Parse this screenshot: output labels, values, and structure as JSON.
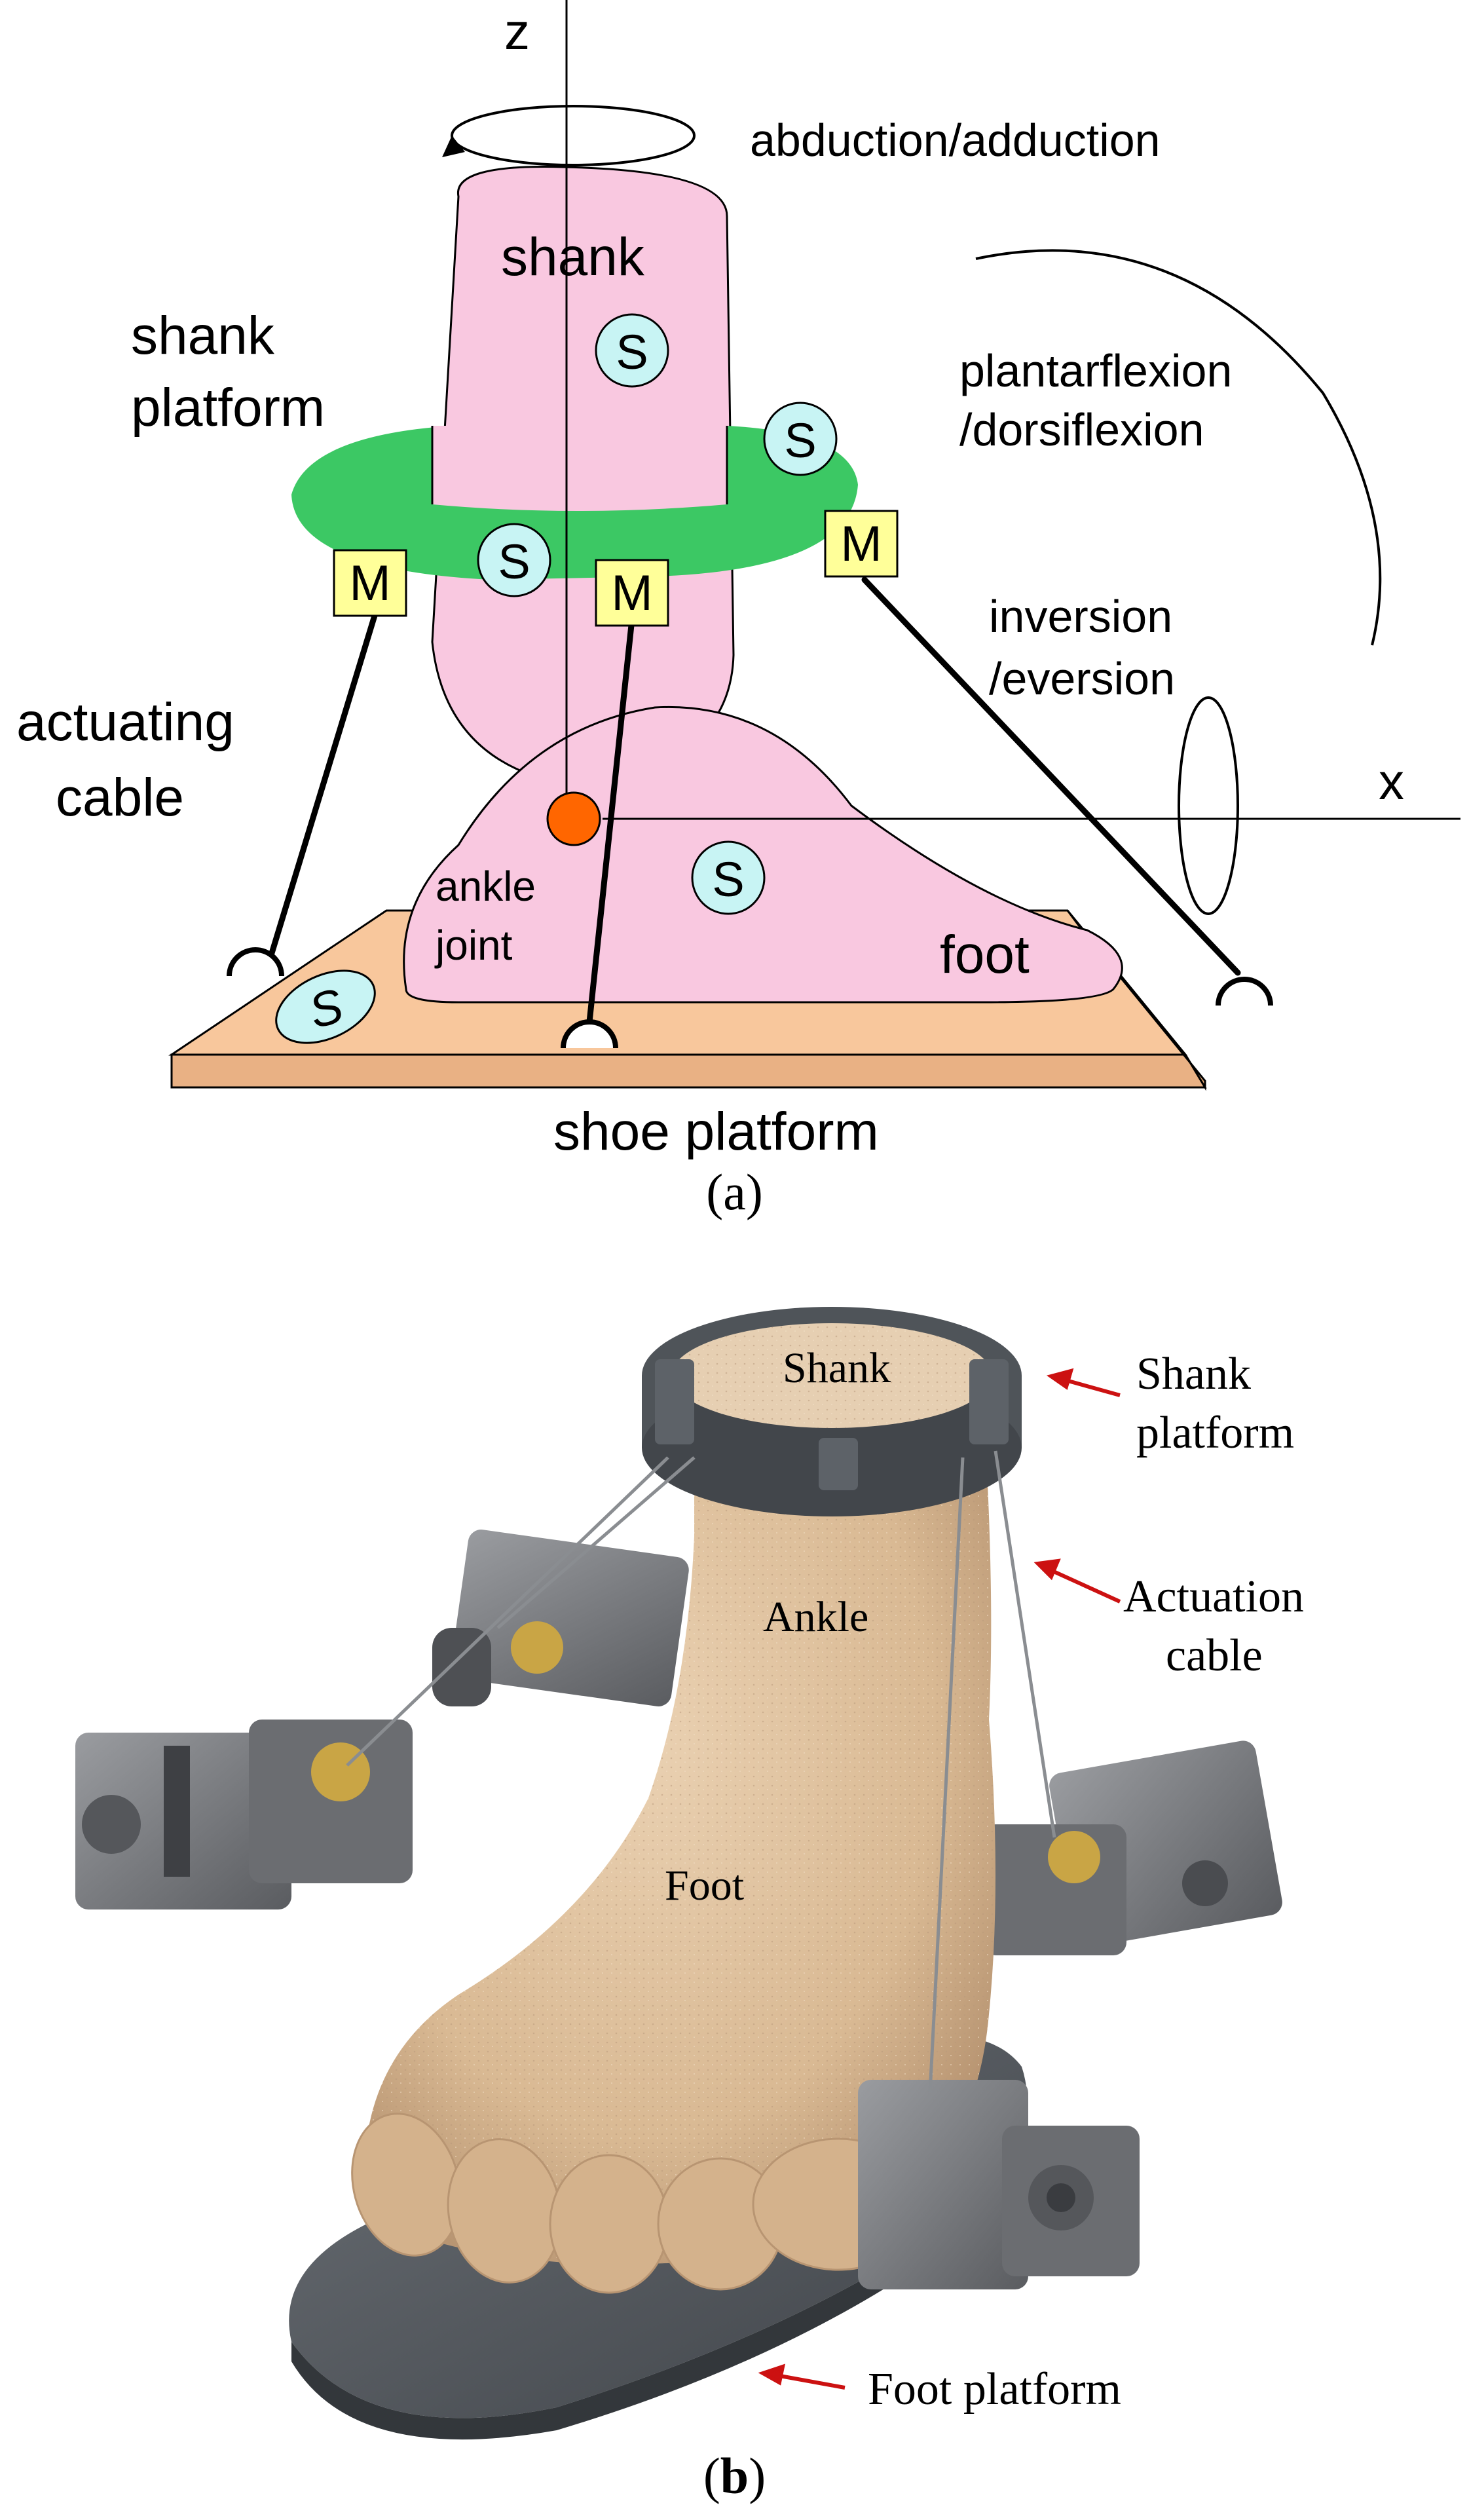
{
  "panel_a": {
    "caption": "a",
    "axis_z": "z",
    "axis_x": "x",
    "labels": {
      "abduction": "abduction/adduction",
      "shank": "shank",
      "shank_platform_line1": "shank",
      "shank_platform_line2": "platform",
      "plantarflexion_line1": "plantarflexion",
      "plantarflexion_line2": "/dorsiflexion",
      "inversion_line1": "inversion",
      "inversion_line2": "/eversion",
      "actuating_cable_line1": "actuating",
      "actuating_cable_line2": "cable",
      "ankle_line1": "ankle",
      "ankle_line2": "joint",
      "foot": "foot",
      "shoe_platform": "shoe platform"
    },
    "sensor_symbol": "S",
    "motor_symbol": "M",
    "colors": {
      "shank_foot": "#f9c8e0",
      "shank_platform": "#3cc864",
      "shoe_platform": "#f8c79c",
      "sensor": "#c8f4f4",
      "motor": "#ffff99",
      "ankle_joint": "#ff6600"
    }
  },
  "panel_b": {
    "caption": "b",
    "labels": {
      "shank": "Shank",
      "ankle": "Ankle",
      "foot": "Foot",
      "shank_platform_line1": "Shank",
      "shank_platform_line2": "platform",
      "actuation_cable_line1": "Actuation",
      "actuation_cable_line2": "cable",
      "foot_platform": "Foot platform"
    },
    "colors": {
      "skin": "#e2c6a4",
      "platform": "#555a60",
      "motor": "#7a7c80",
      "pointer": "#cc1111"
    }
  }
}
